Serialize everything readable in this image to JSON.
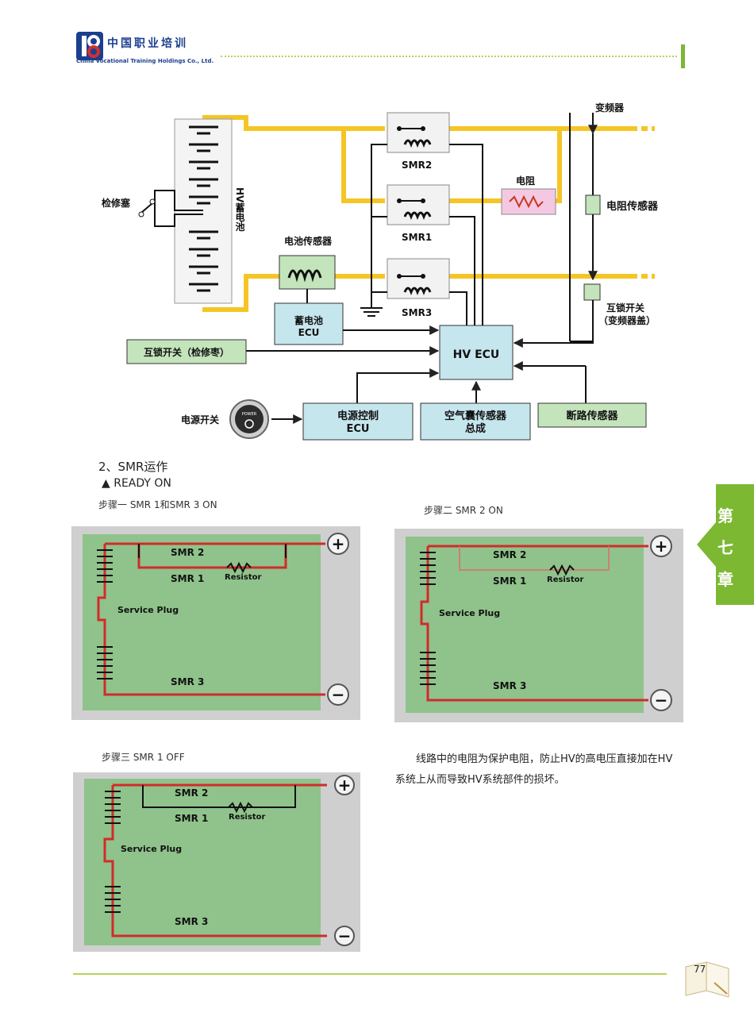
{
  "header": {
    "logo_cn": "中国职业培训",
    "logo_en": "China Vocational Training Holdings Co., Ltd."
  },
  "diagram": {
    "inverter": "变频器",
    "smr2": "SMR2",
    "smr1": "SMR1",
    "smr3": "SMR3",
    "resistor": "电阻",
    "resistor_sensor": "电阻传感器",
    "service_plug": "检修塞",
    "hv_battery": "HV蓄电池",
    "battery_sensor": "电池传感器",
    "battery_ecu_1": "蓄电池",
    "battery_ecu_2": "ECU",
    "interlock_service": "互锁开关（检修枣）",
    "hv_ecu": "HV  ECU",
    "interlock_inverter_1": "互锁开关",
    "interlock_inverter_2": "（变频器盖）",
    "power_switch": "电源开关",
    "power_button": "POWER",
    "power_ecu_1": "电源控制",
    "power_ecu_2": "ECU",
    "airbag_1": "空气囊传感器",
    "airbag_2": "总成",
    "breaker": "断路传感器"
  },
  "section_title": "2、SMR运作",
  "ready_label": "▲   READY  ON",
  "steps": {
    "step1": "步骤一  SMR  1和SMR  3  ON",
    "step2": "步骤二  SMR  2  ON",
    "step3": "步骤三  SMR  1  OFF"
  },
  "circuit": {
    "smr2": "SMR 2",
    "smr1": "SMR 1",
    "resistor": "Resistor",
    "service_plug": "Service Plug",
    "smr3": "SMR 3",
    "plus": "+",
    "minus": "−"
  },
  "paragraph": "线路中的电阻为保护电阻，防止HV的高电压直接加在HV系统上从而导致HV系统部件的损坏。",
  "chapter": [
    "第",
    "七",
    "章"
  ],
  "page_number": "77",
  "colors": {
    "hv_wire": "#f5c526",
    "box_blue": "#c6e6ee",
    "box_green": "#c4e4bc",
    "circuit_bg": "#8fc38b",
    "circuit_wire": "#d22b2b",
    "accent_green": "#7cb832",
    "logo_blue": "#1b3f8f"
  }
}
